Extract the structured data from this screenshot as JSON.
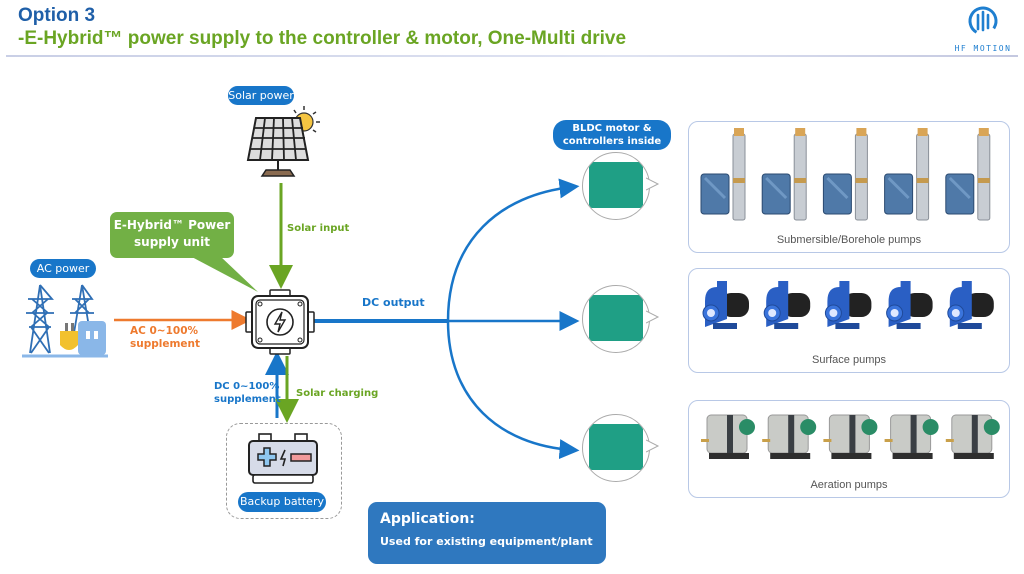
{
  "header": {
    "title_line1": "Option 3",
    "title_line2": "-E-Hybrid™ power supply to the controller & motor, One-Multi drive",
    "logo_text": "HF MOTION"
  },
  "sources": {
    "solar": {
      "label": "Solar power",
      "icon": "solar-panel-icon"
    },
    "ac": {
      "label": "AC power",
      "icon": "power-tower-icon"
    },
    "battery": {
      "label": "Backup battery",
      "icon": "battery-icon"
    }
  },
  "hub": {
    "callout": "E-Hybrid™ Power supply unit",
    "icon": "lightning-junction-box-icon"
  },
  "flows": {
    "solar_input": "Solar input",
    "ac_supplement_line1": "AC 0~100%",
    "ac_supplement_line2": "supplement",
    "dc_output": "DC output",
    "dc_supplement_line1": "DC 0~100%",
    "dc_supplement_line2": "supplement",
    "solar_charging": "Solar charging"
  },
  "controllers": {
    "label_line1": "BLDC motor &",
    "label_line2": "controllers inside",
    "count": 3
  },
  "applications": [
    {
      "label": "Submersible/Borehole pumps",
      "units": 5
    },
    {
      "label": "Surface pumps",
      "units": 5
    },
    {
      "label": "Aeration pumps",
      "units": 5
    }
  ],
  "application_box": {
    "title": "Application:",
    "text": "Used for existing equipment/plant"
  },
  "colors": {
    "title_blue": "#1f5fa8",
    "title_green": "#6aa523",
    "accent_blue": "#1876c9",
    "accent_orange": "#ee7a2e",
    "callout_green": "#72b045"
  }
}
